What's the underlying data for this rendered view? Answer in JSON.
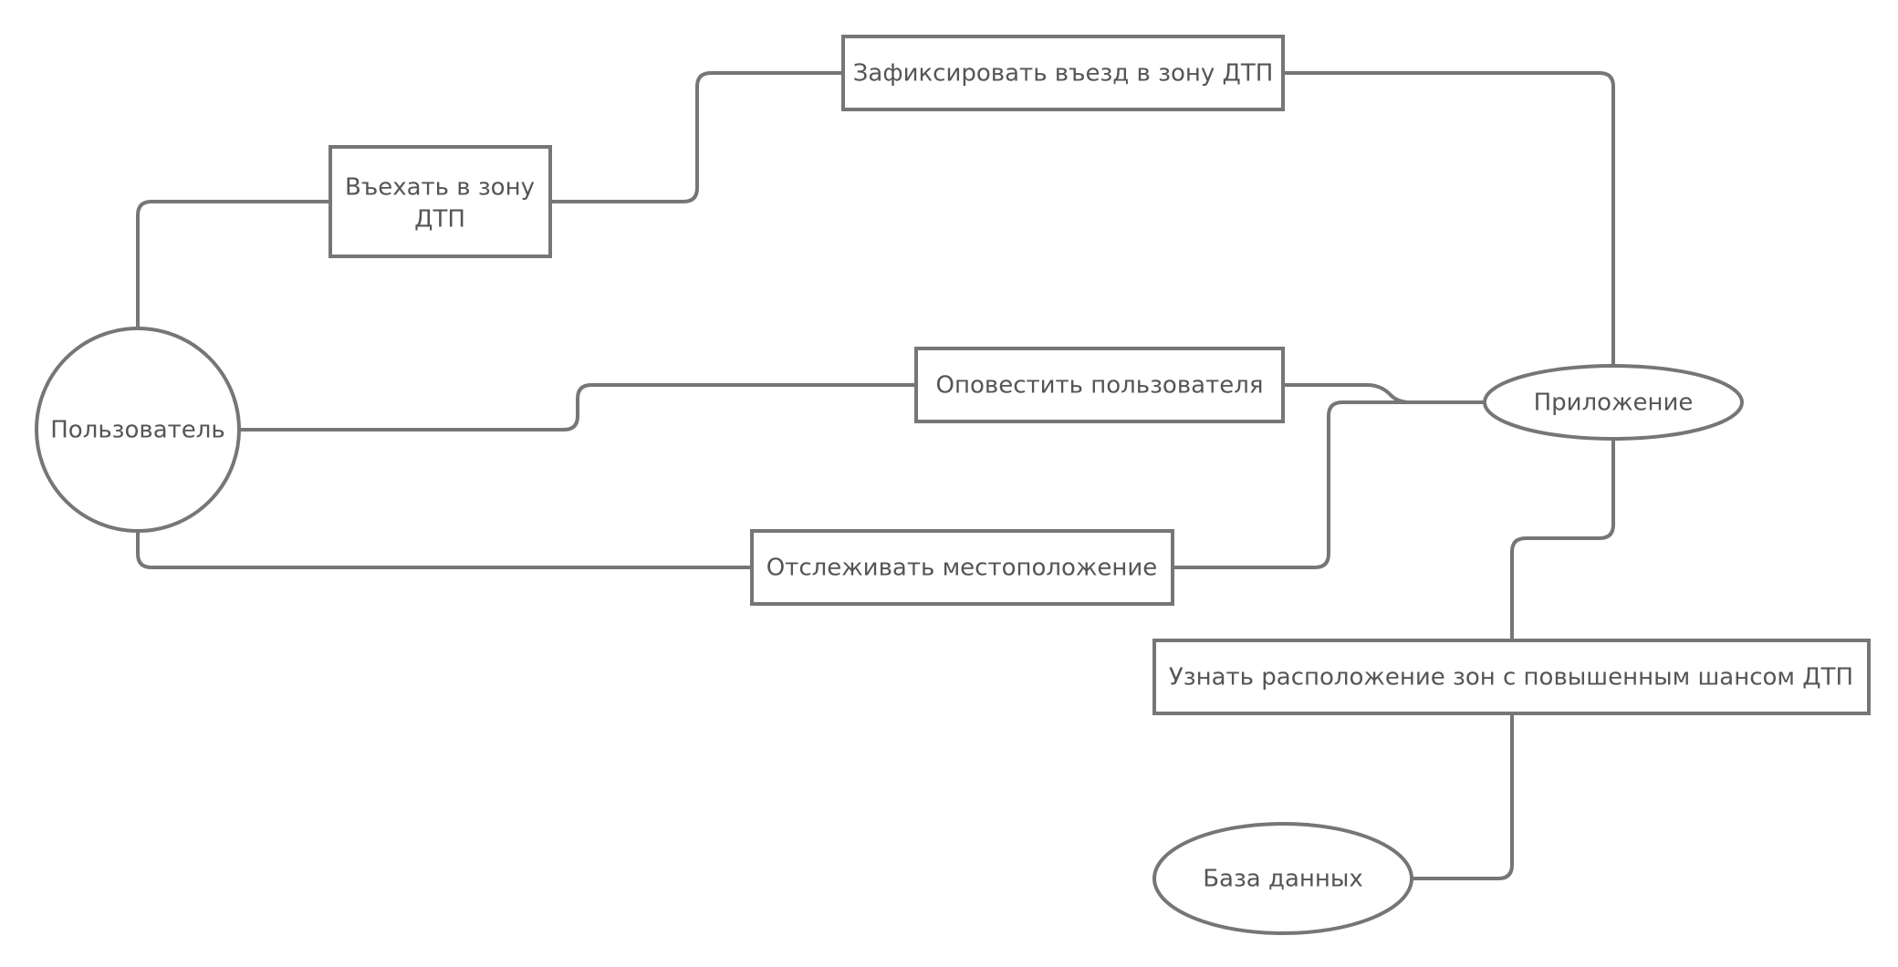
{
  "diagram": {
    "nodes": {
      "user": {
        "label": "Пользователь",
        "shape": "circle"
      },
      "enter_zone": {
        "label_lines": [
          "Въехать в зону",
          "ДТП"
        ],
        "shape": "rect"
      },
      "record_entry": {
        "label": "Зафиксировать въезд в зону ДТП",
        "shape": "rect"
      },
      "notify_user": {
        "label": "Оповестить пользователя",
        "shape": "rect"
      },
      "track_location": {
        "label": "Отслеживать местоположение",
        "shape": "rect"
      },
      "app": {
        "label": "Приложение",
        "shape": "ellipse"
      },
      "find_zones": {
        "label": "Узнать расположение зон с повышенным шансом ДТП",
        "shape": "rect"
      },
      "database": {
        "label": "База данных",
        "shape": "ellipse"
      }
    },
    "edges": [
      {
        "from": "user",
        "to": "enter_zone"
      },
      {
        "from": "enter_zone",
        "to": "record_entry"
      },
      {
        "from": "record_entry",
        "to": "app"
      },
      {
        "from": "user",
        "to": "notify_user"
      },
      {
        "from": "notify_user",
        "to": "app"
      },
      {
        "from": "user",
        "to": "track_location"
      },
      {
        "from": "track_location",
        "to": "app"
      },
      {
        "from": "app",
        "to": "find_zones"
      },
      {
        "from": "find_zones",
        "to": "database"
      }
    ],
    "colors": {
      "stroke": "#767676",
      "text": "#555555",
      "background": "#ffffff"
    }
  }
}
